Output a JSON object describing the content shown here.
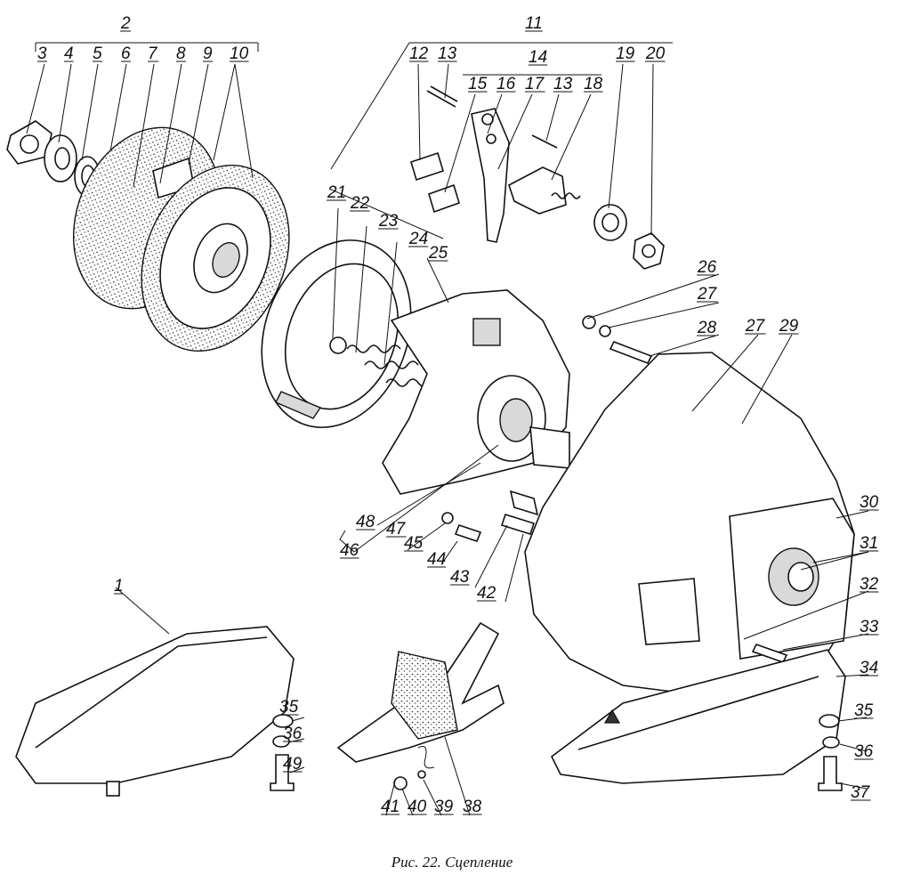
{
  "caption": "Рис. 22. Сцепление",
  "callouts": [
    "1",
    "2",
    "3",
    "4",
    "5",
    "6",
    "7",
    "8",
    "9",
    "10",
    "11",
    "12",
    "13",
    "14",
    "15",
    "16",
    "17",
    "13",
    "18",
    "19",
    "20",
    "21",
    "22",
    "23",
    "24",
    "25",
    "26",
    "27",
    "28",
    "27",
    "29",
    "30",
    "31",
    "32",
    "33",
    "34",
    "35",
    "36",
    "37",
    "35",
    "36",
    "49",
    "41",
    "40",
    "39",
    "38",
    "48",
    "47",
    "45",
    "44",
    "43",
    "42",
    "46"
  ]
}
